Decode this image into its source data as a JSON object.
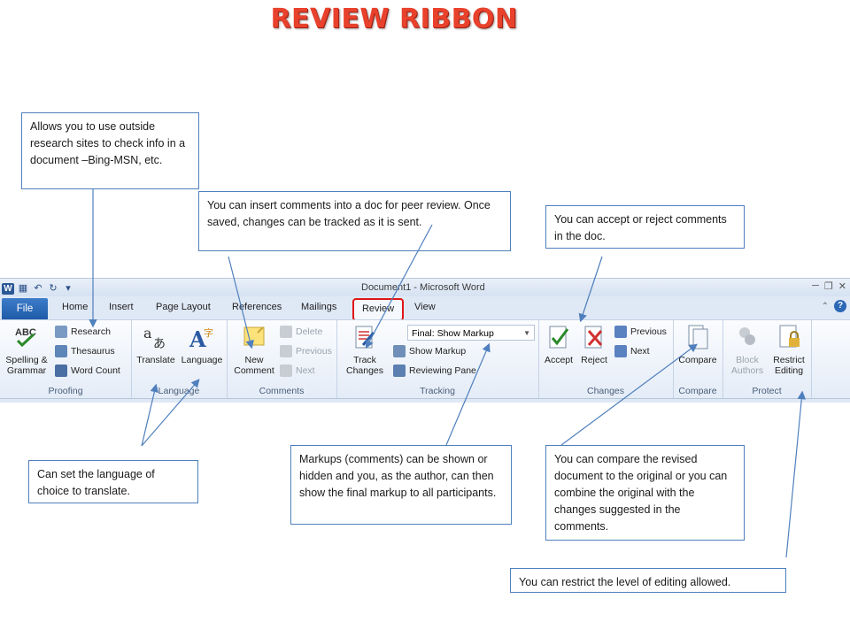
{
  "title": "REVIEW RIBBON",
  "notes": {
    "research": "Allows you to use outside research sites to check info in a document –Bing-MSN, etc.",
    "comments": "You can insert comments into a doc for peer review. Once saved, changes can be tracked as it is sent.",
    "accept": "You can accept or reject comments  in the doc.",
    "language": "Can set the language of choice to translate.",
    "markup": "Markups (comments) can be shown  or hidden and you, as the author,  can then show the final markup to all participants.",
    "compare": "You can compare the revised document to the original or you can combine the original with the changes suggested in the comments.",
    "restrict": "You can restrict the level of editing allowed."
  },
  "window": {
    "doc_title": "Document1  -  Microsoft Word"
  },
  "tabs": {
    "file": "File",
    "home": "Home",
    "insert": "Insert",
    "page_layout": "Page Layout",
    "references": "References",
    "mailings": "Mailings",
    "review": "Review",
    "view": "View"
  },
  "ribbon": {
    "proofing": {
      "label": "Proofing",
      "spelling": "Spelling &",
      "spelling2": "Grammar",
      "research": "Research",
      "thesaurus": "Thesaurus",
      "word_count": "Word Count"
    },
    "language": {
      "label": "Language",
      "translate": "Translate",
      "language": "Language"
    },
    "comments": {
      "label": "Comments",
      "new1": "New",
      "new2": "Comment",
      "delete": "Delete",
      "previous": "Previous",
      "next": "Next"
    },
    "tracking": {
      "label": "Tracking",
      "track1": "Track",
      "track2": "Changes",
      "final_markup": "Final: Show Markup",
      "show_markup": "Show Markup",
      "reviewing_pane": "Reviewing Pane"
    },
    "changes": {
      "label": "Changes",
      "accept": "Accept",
      "reject": "Reject",
      "previous": "Previous",
      "next": "Next"
    },
    "compare": {
      "label": "Compare",
      "compare": "Compare"
    },
    "protect": {
      "label": "Protect",
      "block1": "Block",
      "block2": "Authors",
      "restrict1": "Restrict",
      "restrict2": "Editing"
    }
  },
  "colors": {
    "title": "#e8412c",
    "note_border": "#4f7fbd",
    "review_highlight": "#e01515",
    "file_tab": "#1e5aa8"
  }
}
